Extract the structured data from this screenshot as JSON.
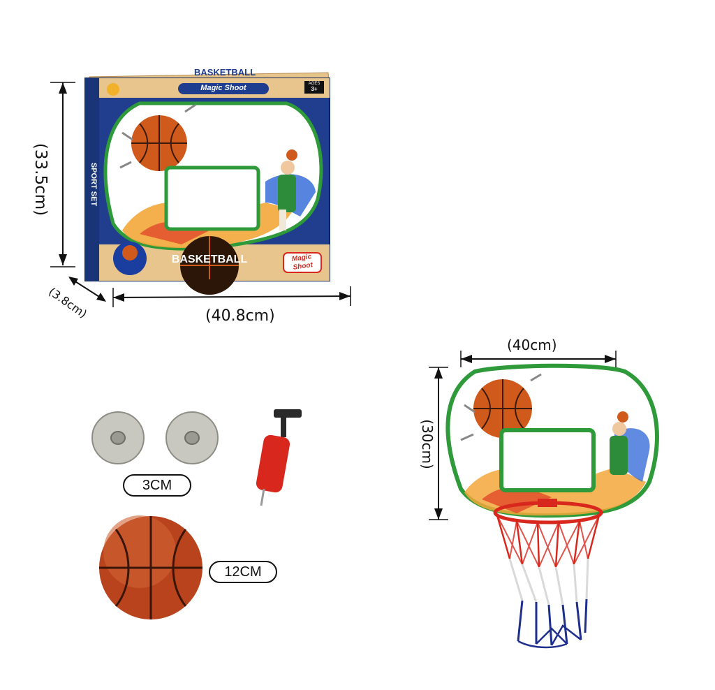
{
  "box": {
    "top_title": "BASKETBALL",
    "banner": "Magic Shoot",
    "ages_line1": "AGES",
    "ages_line2": "3+",
    "side_text": "SPORT SET",
    "bottom_title": "BASKETBALL",
    "badge_line1": "Magic",
    "badge_line2": "Shoot"
  },
  "dimensions": {
    "box_height": "(33.5cm)",
    "box_depth": "(3.8cm)",
    "box_width": "(40.8cm)",
    "board_width": "(40cm)",
    "board_height": "(30cm)"
  },
  "accessories": {
    "suction_cup_size": "3CM",
    "ball_size": "12CM"
  },
  "colors": {
    "box_blue": "#1f3d8f",
    "wood": "#e8c58c",
    "board_green": "#2f9a3a",
    "ball_orange": "#d05a1c",
    "rim_red": "#d8281e",
    "net_blue": "#1e2f8c"
  }
}
